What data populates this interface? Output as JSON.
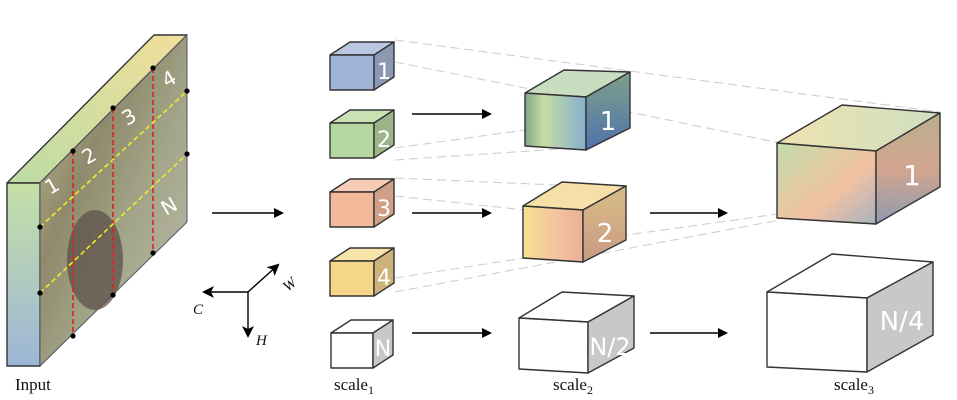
{
  "diagram": {
    "input_label": "Input",
    "input_patch_labels": [
      "1",
      "2",
      "3",
      "4",
      "N"
    ],
    "axes": {
      "c": "C",
      "h": "H",
      "w": "W"
    },
    "scales": [
      {
        "label": "scale",
        "sub": "1",
        "blocks": [
          "1",
          "2",
          "3",
          "4",
          "N"
        ]
      },
      {
        "label": "scale",
        "sub": "2",
        "blocks": [
          "1",
          "2",
          "N/2"
        ]
      },
      {
        "label": "scale",
        "sub": "3",
        "blocks": [
          "1",
          "N/4"
        ]
      }
    ],
    "colors": {
      "blue": "#9fb4d6",
      "green": "#b5d6a0",
      "salmon": "#f2b89a",
      "yellow": "#f6d78a",
      "gray_side": "#c8c8c8",
      "red_dash": "#e02020",
      "yellow_dash": "#f0ea2a"
    }
  }
}
